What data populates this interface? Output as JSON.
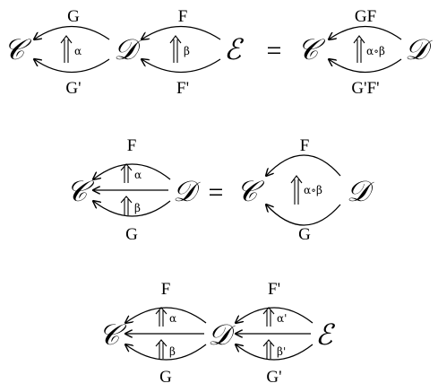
{
  "categories": {
    "c": "𝒞",
    "d": "𝒟",
    "e": "ℰ"
  },
  "equals": "=",
  "row1": {
    "left": {
      "top": "G",
      "bottom": "G'",
      "cell": "α"
    },
    "mid": {
      "top": "F",
      "bottom": "F'",
      "cell": "β"
    },
    "right": {
      "top": "GF",
      "bottom": "G'F'",
      "cell": "α∘β"
    }
  },
  "row2": {
    "left": {
      "top": "F",
      "bottom": "G",
      "cell_top": "α",
      "cell_bottom": "β"
    },
    "right": {
      "top": "F",
      "bottom": "G",
      "cell": "α∘β"
    }
  },
  "row3": {
    "left": {
      "top": "F",
      "bottom": "G",
      "cell_top": "α",
      "cell_bottom": "β"
    },
    "right": {
      "top": "F'",
      "bottom": "G'",
      "cell_top": "α'",
      "cell_bottom": "β'"
    }
  }
}
